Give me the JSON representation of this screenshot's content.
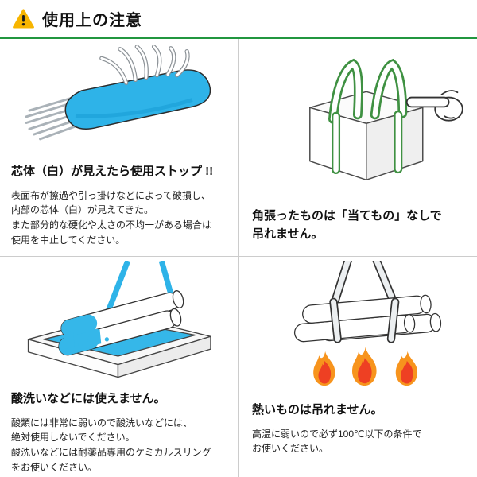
{
  "header": {
    "title": "使用上の注意",
    "warning_icon": "warning-triangle"
  },
  "colors": {
    "header_underline_green": "#21963f",
    "warning_yellow": "#f7b500",
    "sling_blue": "#2eb3e8",
    "belt_green": "#3f9142",
    "liquid_blue": "#35b7e9",
    "flame_orange": "#f7941d",
    "flame_red": "#ee4023",
    "divider_gray": "#cccccc"
  },
  "sections": {
    "core_exposed": {
      "illustration": "frayed-blue-sling",
      "heading": "芯体（白）が見えたら使用ストップ !!",
      "body": "表面布が擦過や引っ掛けなどによって破損し、\n内部の芯体（白）が見えてきた。\nまた部分的な硬化や太さの不均一がある場合は\n使用を中止してください。"
    },
    "angular_load": {
      "illustration": "box-with-sling-loops-and-pointing-hand",
      "heading": "角張ったものは「当てもの」なしで\n吊れません。"
    },
    "acid_wash": {
      "illustration": "logs-dipped-in-acid-bath",
      "heading": "酸洗いなどには使えません。",
      "body": "酸類には非常に弱いので酸洗いなどには、\n絶対使用しないでください。\n酸洗いなどには耐薬品専用のケミカルスリング\nをお使いください。"
    },
    "hot_load": {
      "illustration": "hot-logs-with-flames",
      "heading": "熱いものは吊れません。",
      "body": "高温に弱いので必ず100℃以下の条件で\nお使いください。"
    }
  }
}
